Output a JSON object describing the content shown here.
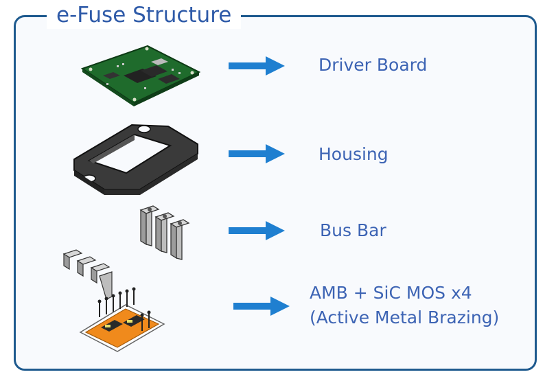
{
  "title": "e-Fuse Structure",
  "colors": {
    "frame": "#1e5a8e",
    "title_text": "#2e5aa8",
    "label_text": "#3d64b4",
    "arrow": "#1f7fd0",
    "pcb": "#1f6b2c",
    "housing": "#3a3a3a",
    "busbar": "#b9b9b9",
    "amb": "#f08a1c"
  },
  "components": [
    {
      "name": "driver-board",
      "label": "Driver Board",
      "icon": "pcb-illustration"
    },
    {
      "name": "housing",
      "label": "Housing",
      "icon": "housing-frame-illustration"
    },
    {
      "name": "bus-bar",
      "label": "Bus Bar",
      "icon": "busbar-illustration"
    },
    {
      "name": "amb-sic",
      "label_line1": "AMB + SiC MOS x4",
      "label_line2": "(Active Metal Brazing)",
      "icon": "amb-substrate-illustration"
    }
  ]
}
